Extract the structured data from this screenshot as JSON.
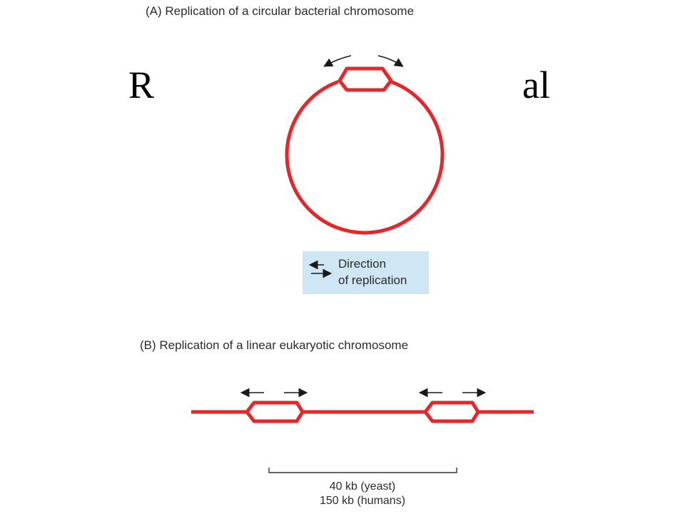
{
  "slide": {
    "title_left_fragment": "R",
    "title_right_fragment": "al"
  },
  "panel_a": {
    "title": "(A) Replication of a circular bacterial chromosome"
  },
  "legend": {
    "line1": "Direction",
    "line2": "of replication"
  },
  "panel_b": {
    "title": "(B) Replication of a linear eukaryotic chromosome",
    "scale_line1": "40 kb (yeast)",
    "scale_line2": "150 kb (humans)"
  },
  "colors": {
    "chromosome": "#e8262a",
    "legend_bg": "#cfe6f5",
    "arrow": "#1a1a1a",
    "text": "#2b2b2b"
  }
}
